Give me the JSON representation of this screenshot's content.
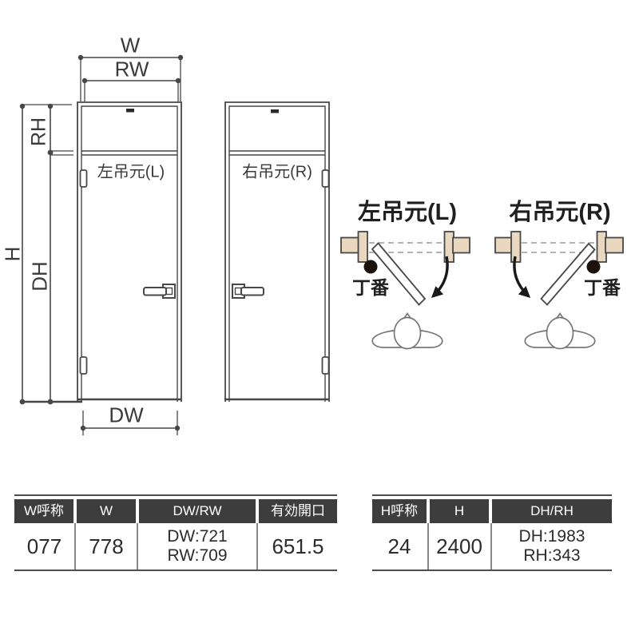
{
  "labels": {
    "w": "W",
    "rw": "RW",
    "rh": "RH",
    "h": "H",
    "dh": "DH",
    "dw": "DW"
  },
  "elevations": {
    "left_door_label": "左吊元(L)",
    "right_door_label": "右吊元(R)"
  },
  "swing_diagrams": {
    "left": {
      "title": "左吊元(L)",
      "hinge_label": "丁番"
    },
    "right": {
      "title": "右吊元(R)",
      "hinge_label": "丁番"
    }
  },
  "tables": {
    "width": {
      "headers": [
        "W呼称",
        "W",
        "DW/RW",
        "有効開口"
      ],
      "row": [
        "077",
        "778",
        "DW:721\nRW:709",
        "651.5"
      ]
    },
    "height": {
      "headers": [
        "H呼称",
        "H",
        "DH/RH"
      ],
      "row": [
        "24",
        "2400",
        "DH:1983\nRH:343"
      ]
    }
  },
  "colors": {
    "line": "#474747",
    "table_header_bg": "#3d3d3d",
    "table_header_text": "#ffffff",
    "wall_fill": "#e9d8bf",
    "hinge_dot": "#1b130b"
  }
}
